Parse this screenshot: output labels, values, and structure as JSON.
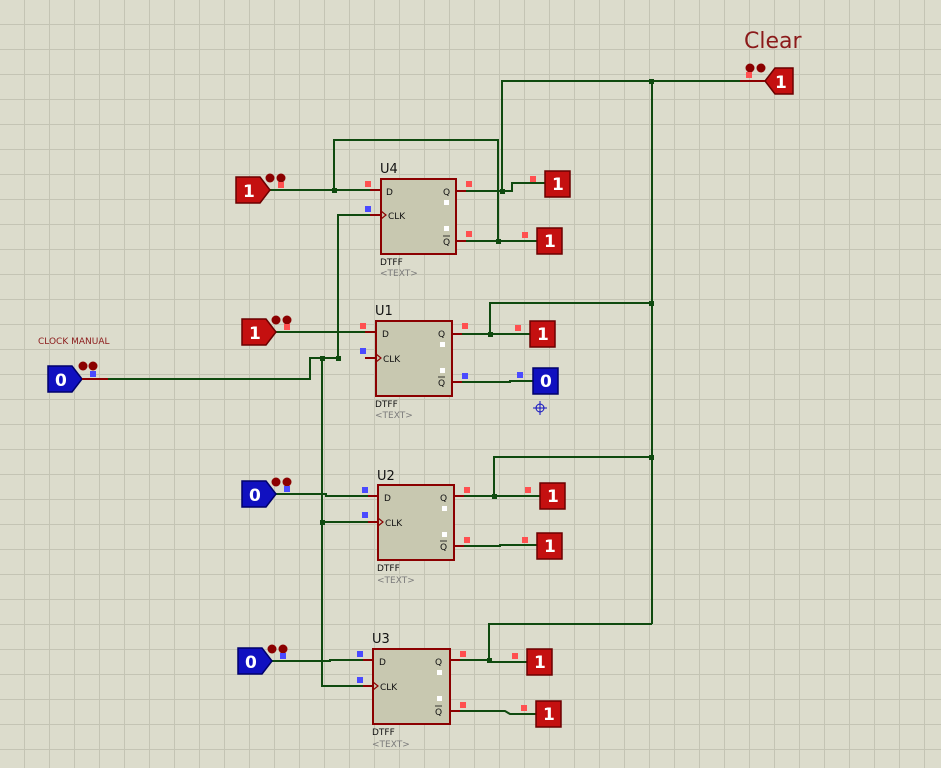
{
  "labels": {
    "clear": "Clear",
    "clock_manual": "CLOCK MANUAL"
  },
  "flipflops": [
    {
      "ref": "U4",
      "type": "DTFF",
      "text": "<TEXT>",
      "d": "D",
      "clk": "CLK",
      "q": "Q",
      "qbar": "Q"
    },
    {
      "ref": "U1",
      "type": "DTFF",
      "text": "<TEXT>",
      "d": "D",
      "clk": "CLK",
      "q": "Q",
      "qbar": "Q"
    },
    {
      "ref": "U2",
      "type": "DTFF",
      "text": "<TEXT>",
      "d": "D",
      "clk": "CLK",
      "q": "Q",
      "qbar": "Q"
    },
    {
      "ref": "U3",
      "type": "DTFF",
      "text": "<TEXT>",
      "d": "D",
      "clk": "CLK",
      "q": "Q",
      "qbar": "Q"
    }
  ],
  "inputs": {
    "clear": "1",
    "clock": "0",
    "d_u4": "1",
    "d_u1": "1",
    "d_u2": "0",
    "d_u3": "0"
  },
  "outputs": {
    "u4_q": "1",
    "u4_qbar": "1",
    "u1_q": "1",
    "u1_qbar": "0",
    "u2_q": "1",
    "u2_qbar": "1",
    "u3_q": "1",
    "u3_qbar": "1"
  },
  "colors": {
    "logic_high": "#c41010",
    "logic_low": "#1010c0",
    "wire": "#0f4a0f",
    "chip_fill": "#c8c8b0",
    "chip_stroke": "#8b0000",
    "grid_bg": "#dcdccc"
  }
}
